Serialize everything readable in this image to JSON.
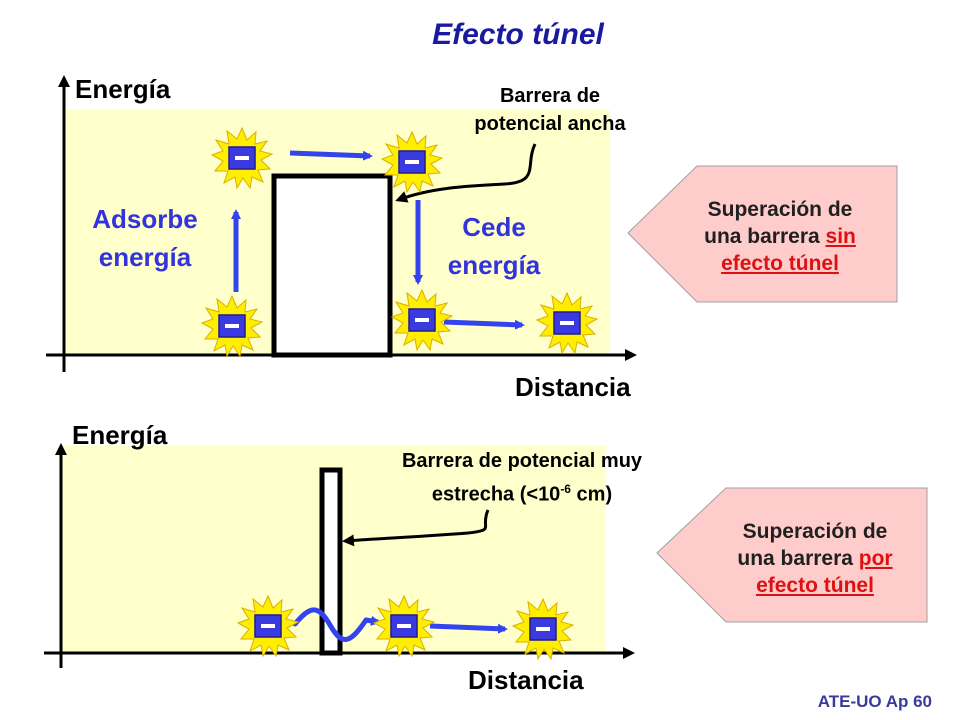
{
  "title": "Efecto túnel",
  "top": {
    "y_axis_label": "Energía",
    "x_axis_label": "Distancia",
    "barrier_label": [
      "Barrera de",
      "potencial ancha"
    ],
    "left_label": [
      "Adsorbe",
      "energía"
    ],
    "right_label": [
      "Cede",
      "energía"
    ],
    "callout": {
      "line1": "Superación de",
      "line2_plain": "una barrera ",
      "line2_red": "sin",
      "line3_red": "efecto túnel"
    }
  },
  "bottom": {
    "y_axis_label": "Energía",
    "x_axis_label": "Distancia",
    "barrier_label_line1": "Barrera de potencial muy",
    "barrier_label_line2_pre": "estrecha (<10",
    "barrier_label_sup": "-6",
    "barrier_label_line2_post": " cm)",
    "callout": {
      "line1": "Superación de",
      "line2_plain": "una barrera ",
      "line2_red": "por",
      "line3_red": "efecto túnel"
    }
  },
  "electron_symbol": "-",
  "footer": "ATE-UO Ap 60",
  "colors": {
    "panel_bg": "#ffffcc",
    "callout_bg": "#ffcccc",
    "arrow_blue": "#3344ee",
    "electron_yellow": "#ffee00",
    "electron_blue": "#3a3ae0",
    "title_blue": "#1a1aa0"
  }
}
